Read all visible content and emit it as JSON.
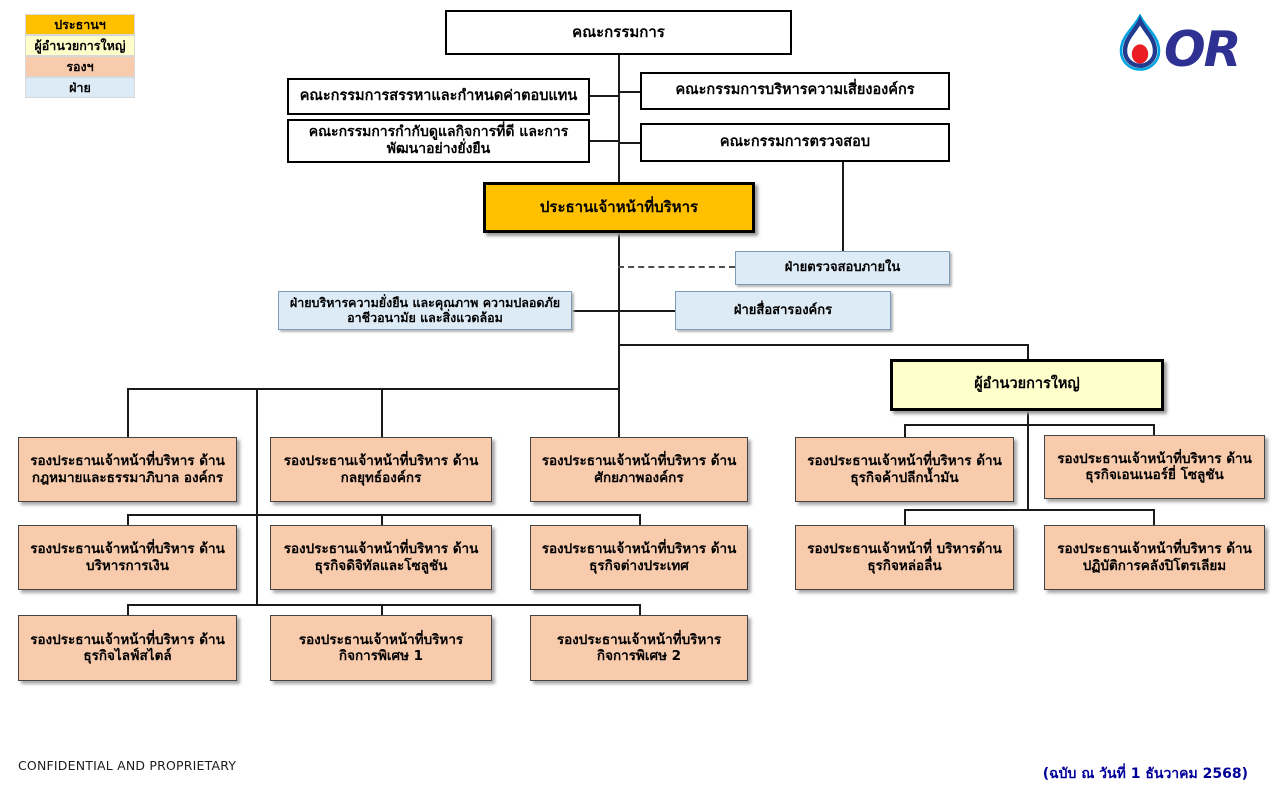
{
  "legend": {
    "items": [
      {
        "label": "ประธานฯ",
        "color": "#FFC000"
      },
      {
        "label": "ผู้อำนวยการใหญ่",
        "color": "#FFFFCC"
      },
      {
        "label": "รองฯ",
        "color": "#F8CBAD"
      },
      {
        "label": "ฝ่าย",
        "color": "#DDEBF7"
      }
    ]
  },
  "org": {
    "board": "คณะกรรมการ",
    "committees": {
      "nomination": "คณะกรรมการสรรหาและกำหนดค่าตอบแทน",
      "risk": "คณะกรรมการบริหารความเสี่ยงองค์กร",
      "governance": "คณะกรรมการกำกับดูแลกิจการที่ดี และการพัฒนาอย่างยั่งยืน",
      "audit": "คณะกรรมการตรวจสอบ"
    },
    "ceo": "ประธานเจ้าหน้าที่บริหาร",
    "departments": {
      "internal_audit": "ฝ่ายตรวจสอบภายใน",
      "sustainability": "ฝ่ายบริหารความยั่งยืน และคุณภาพ ความปลอดภัย อาชีวอนามัย และสิ่งแวดล้อม",
      "corporate_communication": "ฝ่ายสื่อสารองค์กร"
    },
    "md": "ผู้อำนวยการใหญ่",
    "svp": {
      "r1b1": "รองประธานเจ้าหน้าที่บริหาร ด้านกฎหมายและธรรมาภิบาล องค์กร",
      "r1b2": "รองประธานเจ้าหน้าที่บริหาร ด้านกลยุทธ์องค์กร",
      "r1b3": "รองประธานเจ้าหน้าที่บริหาร ด้านศักยภาพองค์กร",
      "r1r1": "รองประธานเจ้าหน้าที่บริหาร ด้านธุรกิจค้าปลีกน้ำมัน",
      "r1r2": "รองประธานเจ้าหน้าที่บริหาร ด้านธุรกิจเอนเนอร์ยี่ โซลูชัน",
      "r2b1": "รองประธานเจ้าหน้าที่บริหาร ด้านบริหารการเงิน",
      "r2b2": "รองประธานเจ้าหน้าที่บริหาร ด้านธุรกิจดิจิทัลและโซลูชัน",
      "r2b3": "รองประธานเจ้าหน้าที่บริหาร ด้านธุรกิจต่างประเทศ",
      "r2r1": "รองประธานเจ้าหน้าที่ บริหารด้านธุรกิจหล่อลื่น",
      "r2r2": "รองประธานเจ้าหน้าที่บริหาร ด้านปฏิบัติการคลังปิโตรเลียม",
      "r3b1": "รองประธานเจ้าหน้าที่บริหาร ด้านธุรกิจไลฟ์สไตล์",
      "r3b2": "รองประธานเจ้าหน้าที่บริหาร กิจการพิเศษ 1",
      "r3b3": "รองประธานเจ้าหน้าที่บริหาร กิจการพิเศษ 2"
    }
  },
  "footer": {
    "confidential": "CONFIDENTIAL AND PROPRIETARY",
    "version_note": "(ฉบับ ณ วันที่ 1 ธันวาคม 2568)"
  },
  "logo": {
    "wordmark": "OR"
  },
  "colors": {
    "chairman_gold": "#FFC000",
    "md_yellow": "#FFFFCC",
    "svp_peach": "#F8CBAD",
    "dept_blue": "#DDEBF7",
    "date_text_blue": "#000099",
    "logo_navy": "#2E3192",
    "logo_light_blue": "#00A3E0",
    "logo_red": "#EC1C24"
  }
}
